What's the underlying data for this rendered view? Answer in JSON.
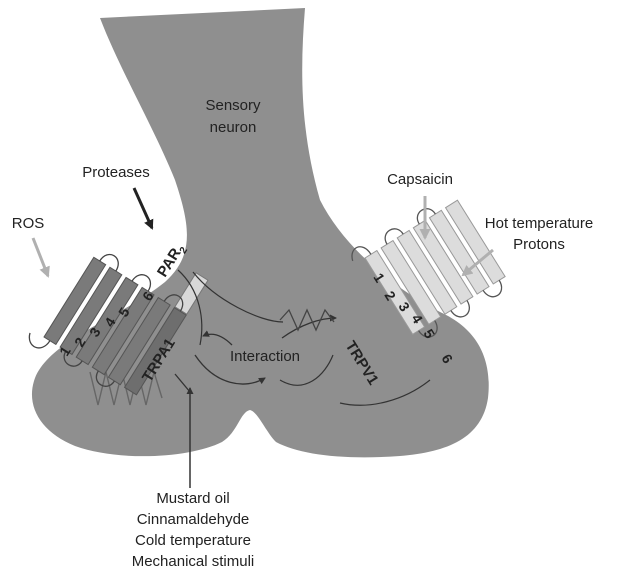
{
  "neuron": {
    "title_line1": "Sensory",
    "title_line2": "neuron"
  },
  "stimuli": {
    "proteases": "Proteases",
    "ros": "ROS",
    "capsaicin": "Capsaicin",
    "hot_line1": "Hot temperature",
    "hot_line2": "Protons",
    "bottom": [
      "Mustard oil",
      "Cinnamaldehyde",
      "Cold temperature",
      "Mechanical stimuli"
    ]
  },
  "channels": {
    "par2_base": "PAR",
    "par2_sub": "2",
    "trpa1": "TRPA1",
    "trpv1": "TRPV1",
    "interaction": "Interaction",
    "trpa1_segments": [
      "1",
      "2",
      "3",
      "4",
      "5",
      "6"
    ],
    "trpv1_segments": [
      "1",
      "2",
      "3",
      "4",
      "5",
      "6"
    ]
  },
  "colors": {
    "neuron_fill": "#8f8f8f",
    "segment_dark": "#7a7a7a",
    "segment_light": "#dcdcdc",
    "arrow_dark": "#222222",
    "arrow_light": "#b5b5b5"
  }
}
